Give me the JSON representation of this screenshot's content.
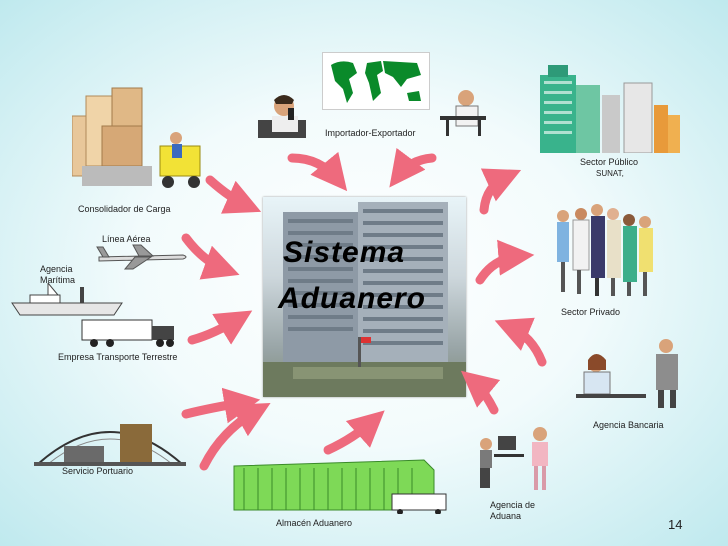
{
  "center": {
    "line1": "Sistema",
    "line2": "Aduanero"
  },
  "labels": {
    "importador": "Importador-Exportador",
    "sector_publico": "Sector Público",
    "sunat": "SUNAT,",
    "consolidador": "Consolidador de Carga",
    "linea_aerea": "Línea Aérea",
    "agencia_maritima_1": "Agencia",
    "agencia_maritima_2": "Marítima",
    "empresa_transporte": "Empresa Transporte Terrestre",
    "sector_privado": "Sector Privado",
    "agencia_bancaria": "Agencia Bancaria",
    "servicio_portuario": "Servicio Portuario",
    "almacen": "Almacén Aduanero",
    "agencia_aduana_1": "Agencia de",
    "agencia_aduana_2": "Aduana"
  },
  "page_number": "14",
  "colors": {
    "arrow": "#ee6a7d",
    "background_edge": "#bfe9ee"
  }
}
